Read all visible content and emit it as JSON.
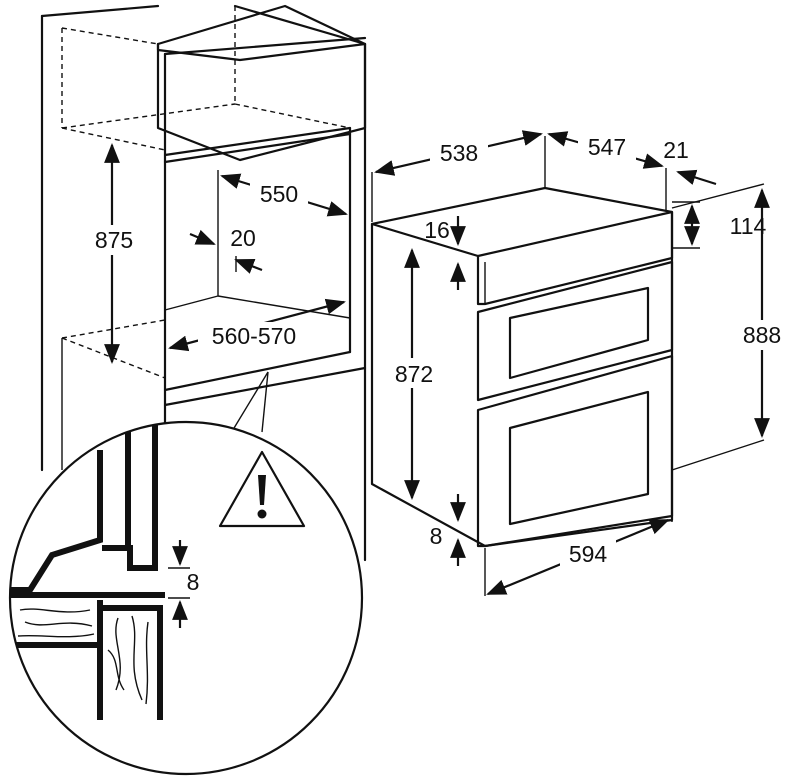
{
  "dimensions": {
    "cabinet_height": "875",
    "niche_depth": "550",
    "back_gap": "20",
    "niche_width": "560-570",
    "detail_gap": "8",
    "oven_depth_body": "538",
    "oven_depth_total": "547",
    "front_thickness": "21",
    "top_offset": "16",
    "panel_height": "114",
    "oven_height_body": "872",
    "oven_height_total": "888",
    "bottom_offset": "8",
    "oven_width": "594"
  },
  "icons": {
    "warning": "warning-triangle-icon"
  }
}
